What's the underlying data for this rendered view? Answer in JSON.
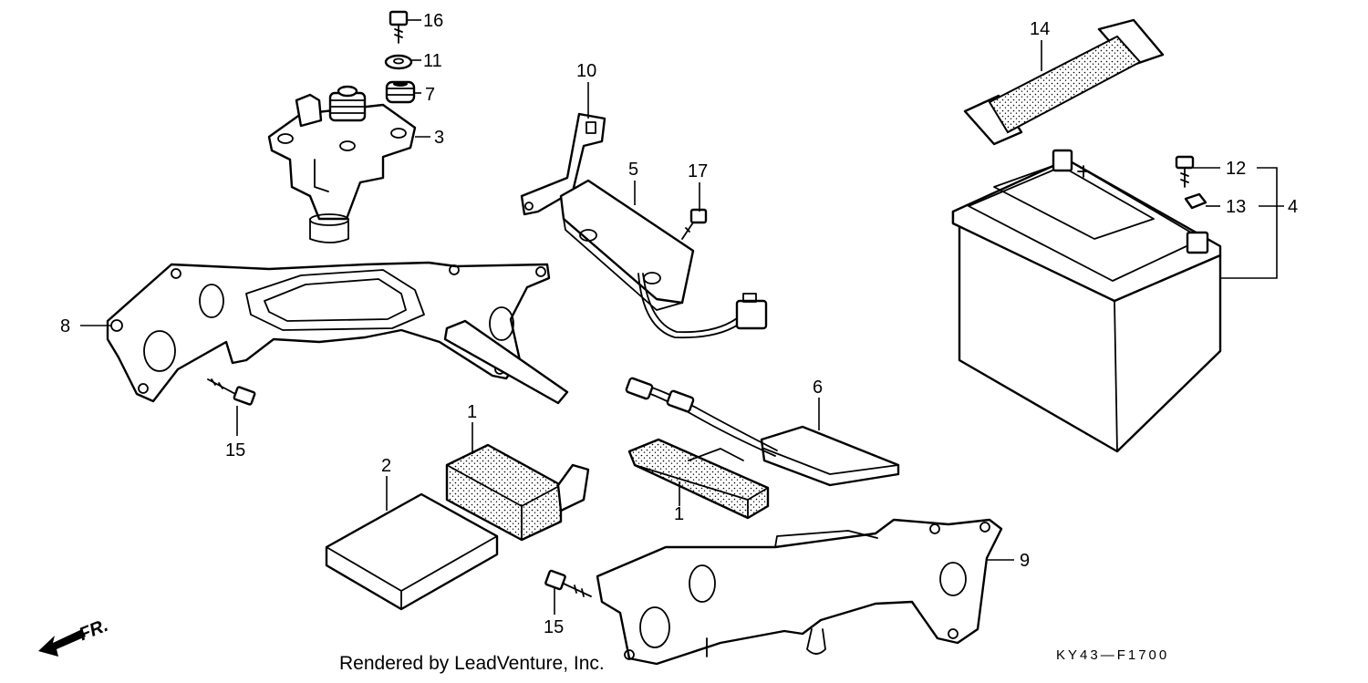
{
  "diagram": {
    "callouts": [
      {
        "id": "16",
        "label": "16"
      },
      {
        "id": "11",
        "label": "11"
      },
      {
        "id": "7",
        "label": "7"
      },
      {
        "id": "3",
        "label": "3"
      },
      {
        "id": "10",
        "label": "10"
      },
      {
        "id": "5",
        "label": "5"
      },
      {
        "id": "17",
        "label": "17"
      },
      {
        "id": "14",
        "label": "14"
      },
      {
        "id": "12",
        "label": "12"
      },
      {
        "id": "13",
        "label": "13"
      },
      {
        "id": "4",
        "label": "4"
      },
      {
        "id": "8",
        "label": "8"
      },
      {
        "id": "15a",
        "label": "15"
      },
      {
        "id": "2",
        "label": "2"
      },
      {
        "id": "1a",
        "label": "1"
      },
      {
        "id": "6",
        "label": "6"
      },
      {
        "id": "1b",
        "label": "1"
      },
      {
        "id": "9",
        "label": "9"
      },
      {
        "id": "15b",
        "label": "15"
      }
    ],
    "direction_label": "FR.",
    "watermark": "Rendered by LeadVenture, Inc.",
    "drawing_code": "KY43—F1700"
  }
}
